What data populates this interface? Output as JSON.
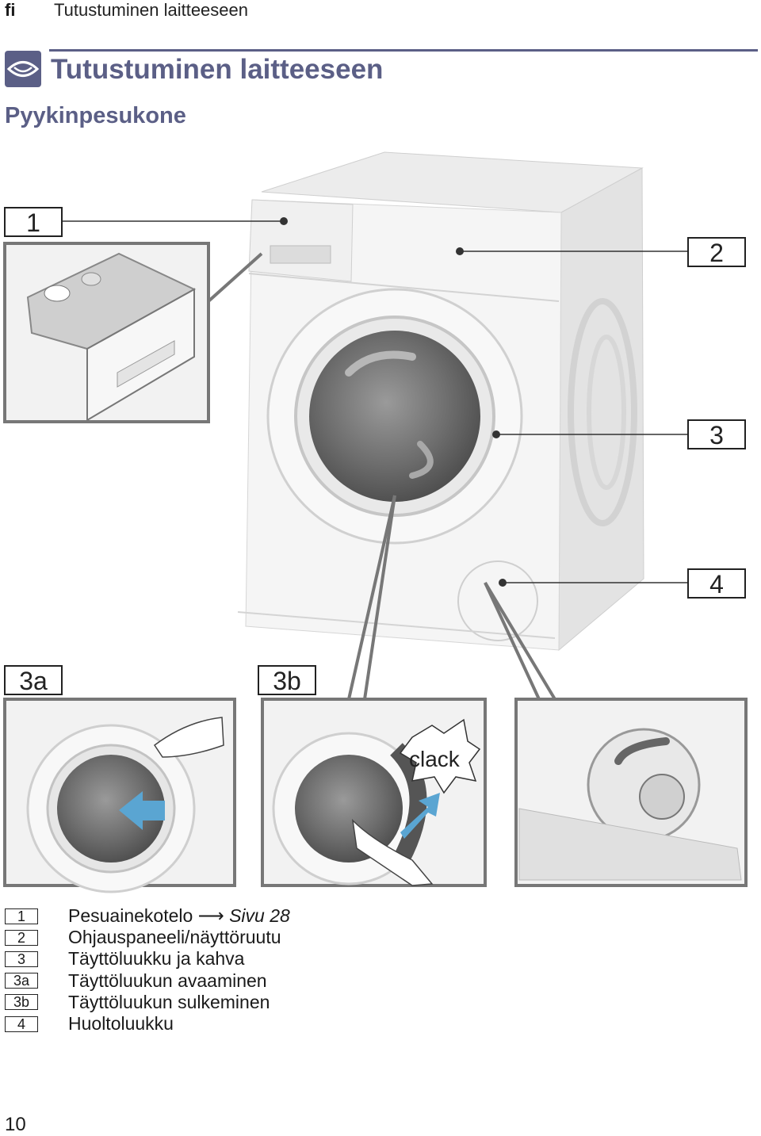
{
  "header": {
    "lang": "fi",
    "title": "Tutustuminen laitteeseen"
  },
  "section": {
    "title": "Tutustuminen laitteeseen",
    "icon": "eye-icon",
    "color": "#5b5f86"
  },
  "subtitle": "Pyykinpesukone",
  "callouts": {
    "c1": "1",
    "c2": "2",
    "c3": "3",
    "c4": "4",
    "c3a": "3a",
    "c3b": "3b"
  },
  "clack": "clack",
  "legend": [
    {
      "num": "1",
      "text": "Pesuainekotelo",
      "arrow": "⟶",
      "ref": "Sivu 28"
    },
    {
      "num": "2",
      "text": "Ohjauspaneeli/näyttöruutu"
    },
    {
      "num": "3",
      "text": "Täyttöluukku ja kahva"
    },
    {
      "num": "3a",
      "text": "Täyttöluukun avaaminen"
    },
    {
      "num": "3b",
      "text": "Täyttöluukun sulkeminen"
    },
    {
      "num": "4",
      "text": "Huoltoluukku"
    }
  ],
  "page_number": "10",
  "colors": {
    "arrow": "#5aa5d2",
    "panel_border": "#6e6e6e"
  }
}
